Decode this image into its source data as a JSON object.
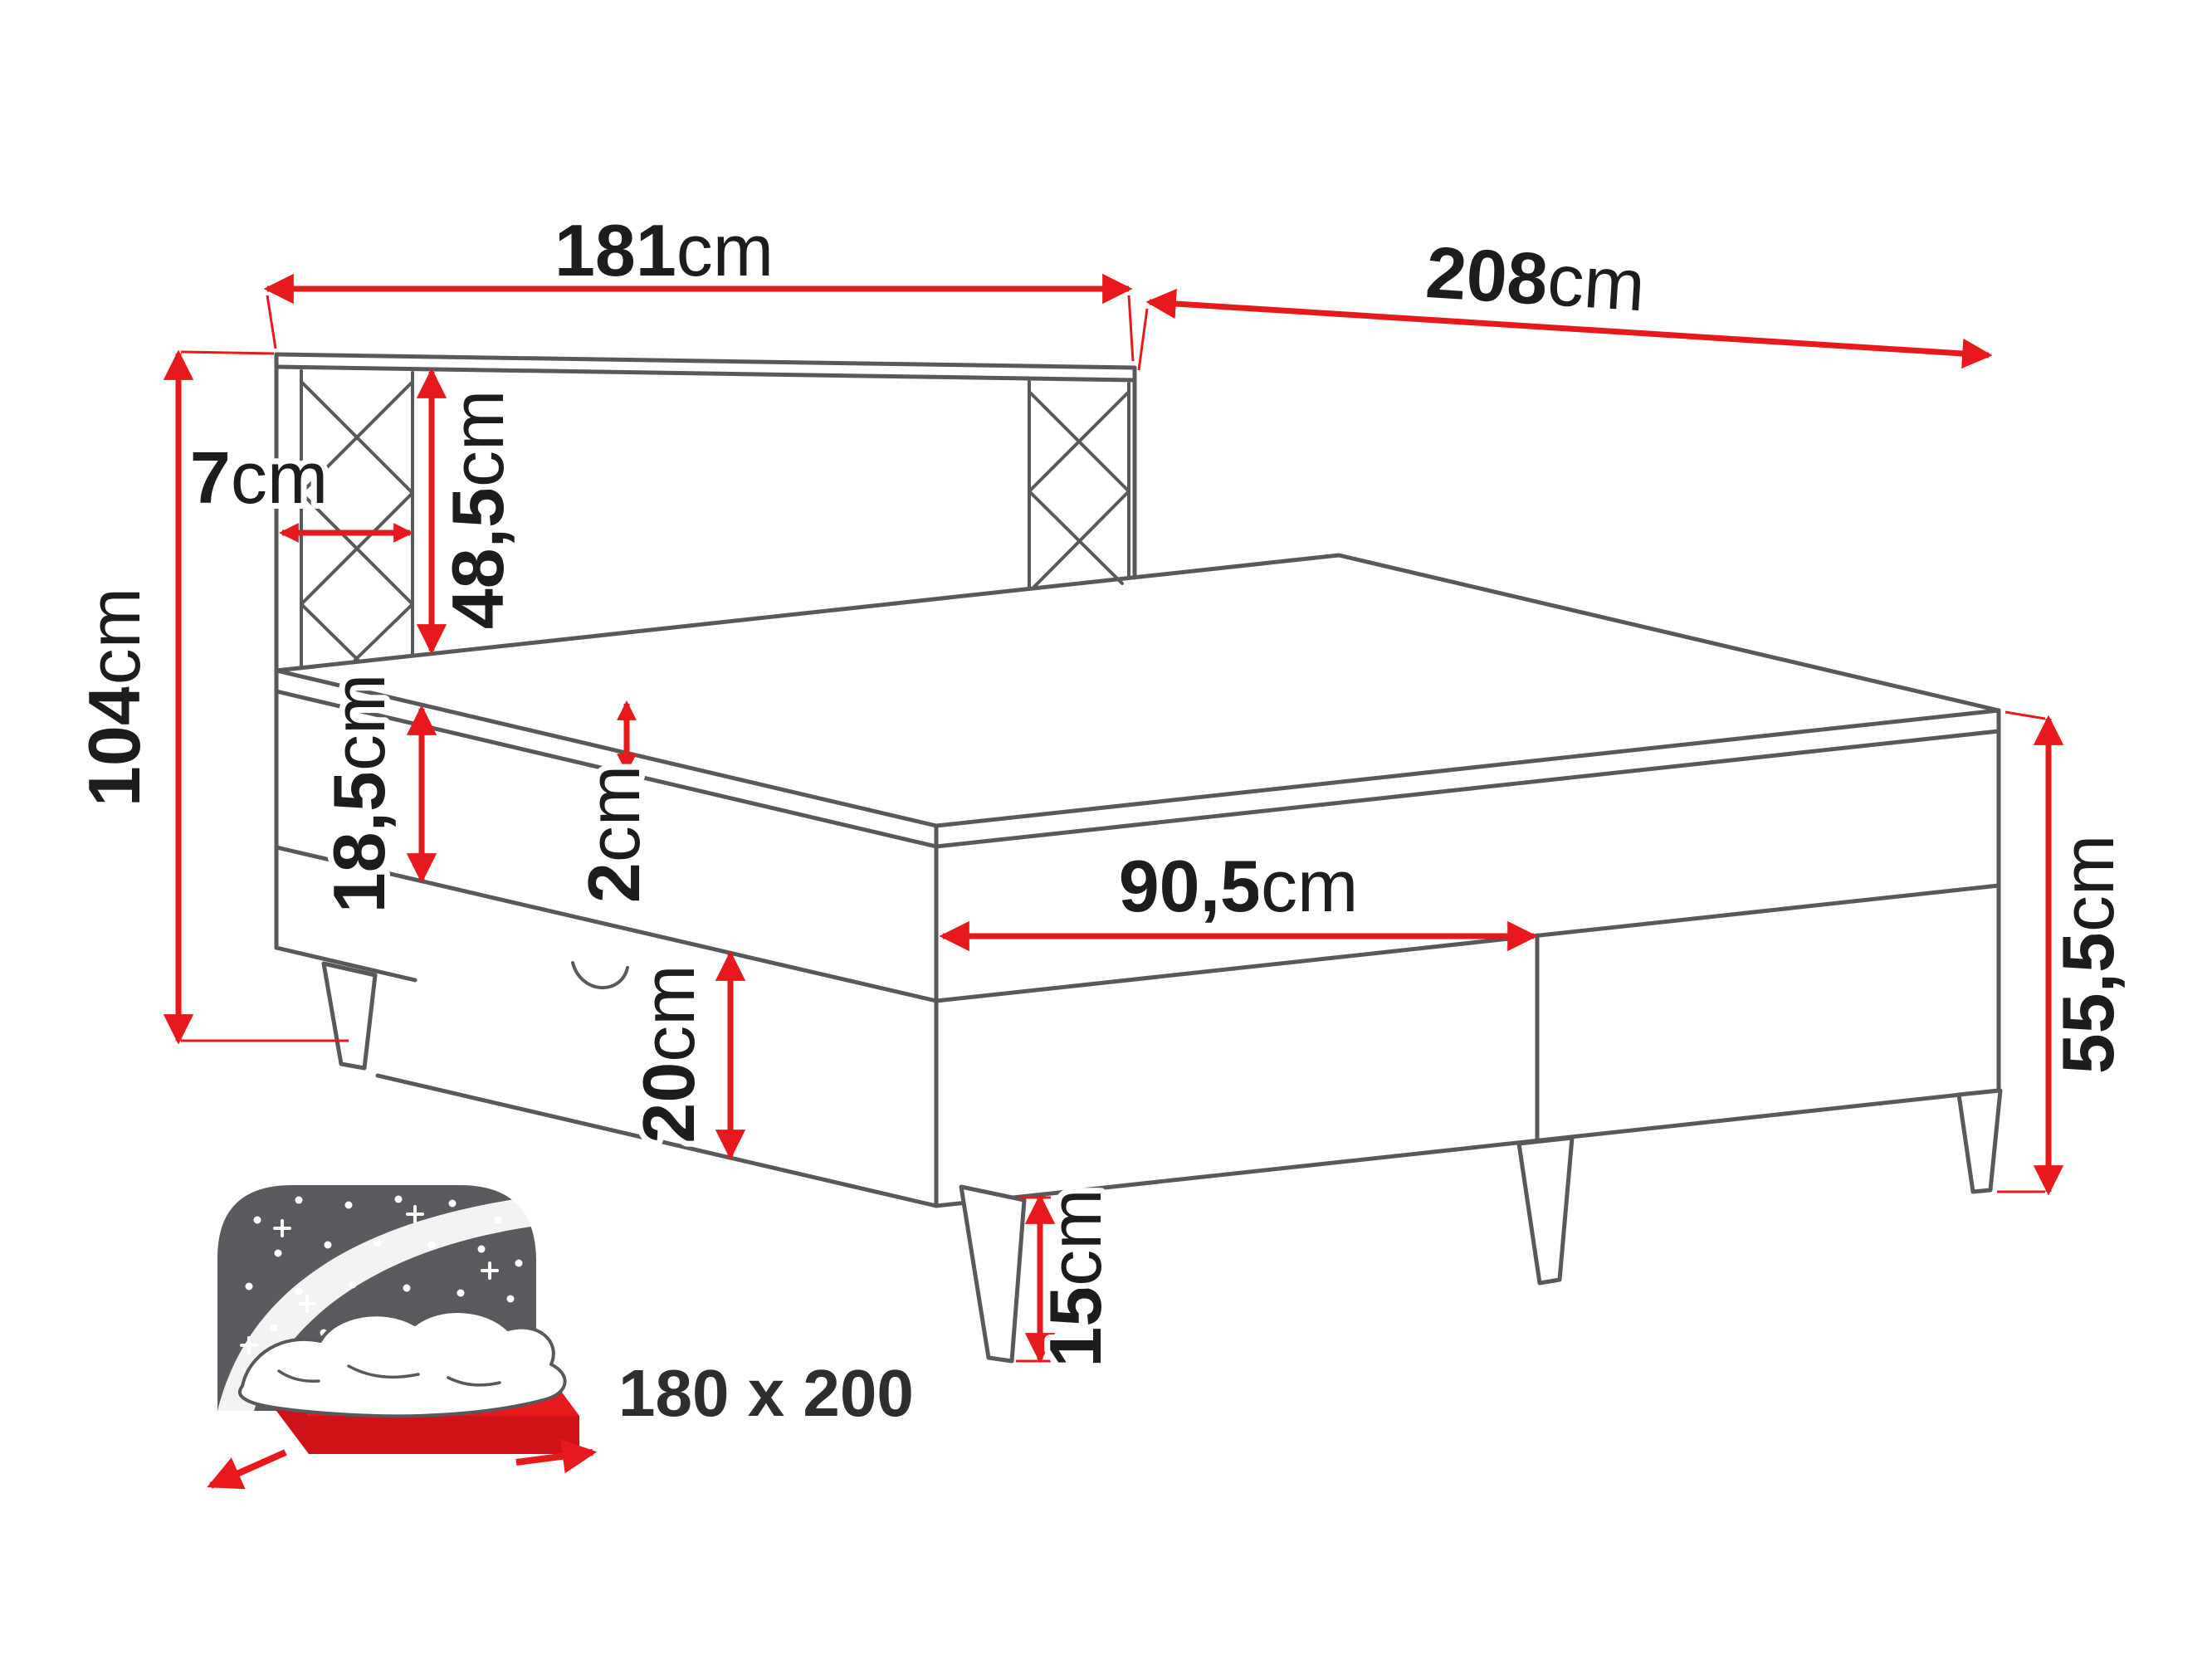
{
  "title": "Boxspring bed dimension diagram",
  "dims": {
    "headboard_width": {
      "value": "181",
      "unit": "cm"
    },
    "length": {
      "value": "208",
      "unit": "cm"
    },
    "total_height": {
      "value": "104",
      "unit": "cm"
    },
    "side_panel": {
      "value": "7",
      "unit": "cm"
    },
    "headboard_above_mattress": {
      "value": "48,5",
      "unit": "cm"
    },
    "mattress_thickness": {
      "value": "18,5",
      "unit": "cm"
    },
    "topper_thickness": {
      "value": "2",
      "unit": "cm"
    },
    "storage_front": {
      "value": "90,5",
      "unit": "cm"
    },
    "platform_height": {
      "value": "55,5",
      "unit": "cm"
    },
    "base_height": {
      "value": "20",
      "unit": "cm"
    },
    "leg_height": {
      "value": "15",
      "unit": "cm"
    }
  },
  "badge": {
    "size_label": "180 x 200"
  },
  "colors": {
    "dimension_red": "#e8191c",
    "outline_gray": "#58595b",
    "text_dark": "#1d1d1b"
  }
}
